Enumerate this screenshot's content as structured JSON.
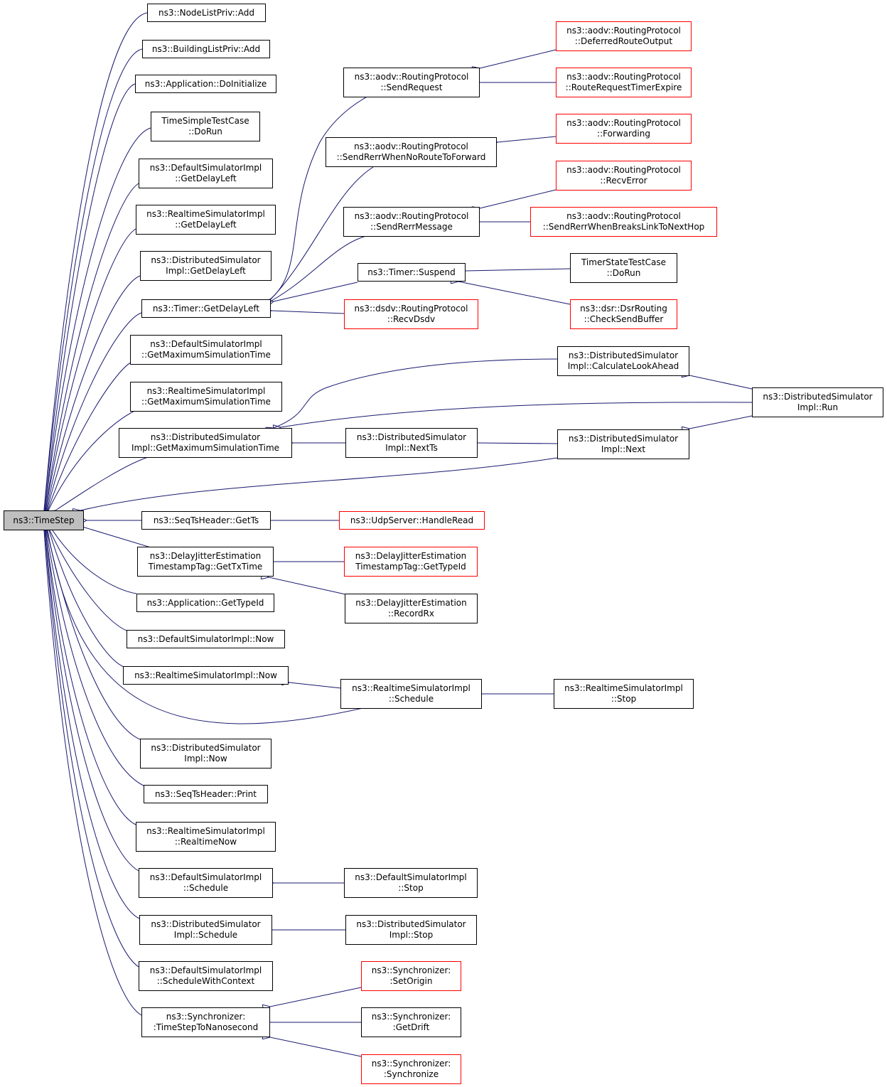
{
  "colors": {
    "edge": "#191970",
    "border": "#000000",
    "truncated_border": "#ff0000",
    "root_fill": "#bfbfbf"
  },
  "nodes": {
    "root": "ns3::TimeStep",
    "n1": "ns3::NodeListPriv::Add",
    "n2": "ns3::BuildingListPriv::Add",
    "n3": "ns3::Application::DoInitialize",
    "n4": "TimeSimpleTestCase\n::DoRun",
    "n5": "ns3::DefaultSimulatorImpl\n::GetDelayLeft",
    "n6": "ns3::RealtimeSimulatorImpl\n::GetDelayLeft",
    "n7": "ns3::DistributedSimulator\nImpl::GetDelayLeft",
    "n8": "ns3::Timer::GetDelayLeft",
    "n9": "ns3::DefaultSimulatorImpl\n::GetMaximumSimulationTime",
    "n10": "ns3::RealtimeSimulatorImpl\n::GetMaximumSimulationTime",
    "n11": "ns3::DistributedSimulator\nImpl::GetMaximumSimulationTime",
    "n12": "ns3::SeqTsHeader::GetTs",
    "n13": "ns3::DelayJitterEstimation\nTimestampTag::GetTxTime",
    "n14": "ns3::Application::GetTypeId",
    "n15": "ns3::DefaultSimulatorImpl::Now",
    "n16": "ns3::RealtimeSimulatorImpl::Now",
    "n17": "ns3::DistributedSimulator\nImpl::Now",
    "n18": "ns3::SeqTsHeader::Print",
    "n19": "ns3::RealtimeSimulatorImpl\n::RealtimeNow",
    "n20": "ns3::DefaultSimulatorImpl\n::Schedule",
    "n21": "ns3::DistributedSimulator\nImpl::Schedule",
    "n22": "ns3::DefaultSimulatorImpl\n::ScheduleWithContext",
    "n23": "ns3::Synchronizer:\n:TimeStepToNanosecond",
    "m1": "ns3::aodv::RoutingProtocol\n::SendRequest",
    "m2": "ns3::aodv::RoutingProtocol\n::SendRerrWhenNoRouteToForward",
    "m3": "ns3::aodv::RoutingProtocol\n::SendRerrMessage",
    "m4": "ns3::Timer::Suspend",
    "m5": "ns3::dsdv::RoutingProtocol\n::RecvDsdv",
    "m6": "ns3::DistributedSimulator\nImpl::NextTs",
    "m7": "ns3::UdpServer::HandleRead",
    "m8": "ns3::DelayJitterEstimation\nTimestampTag::GetTypeId",
    "m9": "ns3::DelayJitterEstimation\n::RecordRx",
    "m10": "ns3::RealtimeSimulatorImpl\n::Schedule",
    "m11": "ns3::DefaultSimulatorImpl\n::Stop",
    "m12": "ns3::DistributedSimulator\nImpl::Stop",
    "m13": "ns3::Synchronizer:\n:SetOrigin",
    "m14": "ns3::Synchronizer:\n:GetDrift",
    "m15": "ns3::Synchronizer:\n:Synchronize",
    "r1": "ns3::aodv::RoutingProtocol\n::DeferredRouteOutput",
    "r2": "ns3::aodv::RoutingProtocol\n::RouteRequestTimerExpire",
    "r3": "ns3::aodv::RoutingProtocol\n::Forwarding",
    "r4": "ns3::aodv::RoutingProtocol\n::RecvError",
    "r5": "ns3::aodv::RoutingProtocol\n::SendRerrWhenBreaksLinkToNextHop",
    "r6": "TimerStateTestCase\n::DoRun",
    "r7": "ns3::dsr::DsrRouting\n::CheckSendBuffer",
    "r8": "ns3::DistributedSimulator\nImpl::CalculateLookAhead",
    "r9": "ns3::DistributedSimulator\nImpl::Next",
    "r10": "ns3::RealtimeSimulatorImpl\n::Stop",
    "far": "ns3::DistributedSimulator\nImpl::Run"
  }
}
